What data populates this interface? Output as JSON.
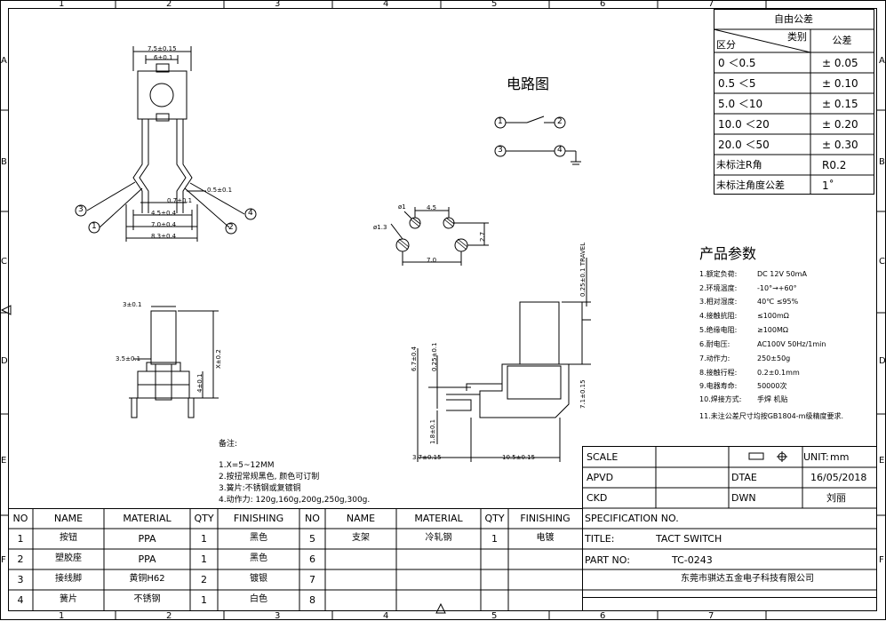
{
  "grid": {
    "columns": [
      "1",
      "2",
      "3",
      "4",
      "5",
      "6",
      "7"
    ],
    "rows": [
      "A",
      "B",
      "C",
      "D",
      "E",
      "F"
    ]
  },
  "tolerance_table": {
    "title": "自由公差",
    "header_category": "类别",
    "header_section": "区分",
    "header_tolerance": "公差",
    "rows": [
      {
        "range": "0   ＜0.5",
        "tolerance": "± 0.05"
      },
      {
        "range": "0.5   ＜5",
        "tolerance": "± 0.10"
      },
      {
        "range": "5.0   ＜10",
        "tolerance": "± 0.15"
      },
      {
        "range": "10.0  ＜20",
        "tolerance": "± 0.20"
      },
      {
        "range": "20.0  ＜50",
        "tolerance": "± 0.30"
      },
      {
        "range": "未标注R角",
        "tolerance": "R0.2"
      },
      {
        "range": "未标注角度公差",
        "tolerance": "1˚"
      }
    ]
  },
  "circuit": {
    "title": "电路图",
    "pins": [
      "1",
      "2",
      "3",
      "4"
    ]
  },
  "front_view": {
    "dims": [
      "7.5±0.15",
      "6±0.1",
      "0.7±0.1",
      "4.5±0.4",
      "7.0±0.4",
      "8.3±0.4",
      "0.5±0.1"
    ],
    "pins": [
      "3",
      "1",
      "2",
      "4"
    ]
  },
  "pcb_layout": {
    "dims": [
      "4.5",
      "2.7",
      "7.0"
    ],
    "holes": [
      "ø1",
      "ø1.3"
    ]
  },
  "side_view": {
    "dims": [
      "3±0.1",
      "3.5±0.1",
      "X±0.2",
      "4±0.1"
    ]
  },
  "right_view": {
    "dims": [
      "0.25±0.1 TRAVEL",
      "6.7±0.4",
      "0.25±0.1",
      "7.1±0.15",
      "1.8±0.1",
      "3.7±0.15",
      "10.5±0.15"
    ]
  },
  "product_params": {
    "title": "产品参数",
    "items": [
      {
        "label": "1.额定负荷:",
        "value": "DC 12V 50mA"
      },
      {
        "label": "2.环境温度:",
        "value": "-10°→+60°"
      },
      {
        "label": "3.相对湿度:",
        "value": "40℃ ≤95%"
      },
      {
        "label": "4.接触抗阻:",
        "value": "≤100mΩ"
      },
      {
        "label": "5.绝缘电阻:",
        "value": "≥100MΩ"
      },
      {
        "label": "6.耐电压:",
        "value": "AC100V 50Hz/1min"
      },
      {
        "label": "7.动作力:",
        "value": "250±50g"
      },
      {
        "label": "8.接触行程:",
        "value": "0.2±0.1mm"
      },
      {
        "label": "9.电器寿命:",
        "value": "50000次"
      },
      {
        "label": "10.焊接方式:",
        "value": "手焊 机贴"
      },
      {
        "label": "11.未注公差尺寸均按GB1804-m级精度要求.",
        "value": ""
      }
    ]
  },
  "notes": {
    "title": "备注:",
    "lines": [
      "1.X=5~12MM",
      "2.按扭常规黑色, 颜色可订制",
      "3.簧片:不锈钢或复镀铜",
      "4.动作力: 120g,160g,200g,250g,300g."
    ]
  },
  "title_block": {
    "scale_label": "SCALE",
    "unit_label": "UNIT:",
    "unit_value": "mm",
    "apvd_label": "APVD",
    "date_label": "DTAE",
    "date_value": "16/05/2018",
    "ckd_label": "CKD",
    "dwn_label": "DWN",
    "dwn_value": "刘丽",
    "spec_label": "SPECIFICATION NO.",
    "title_label": "TITLE:",
    "title_value": "TACT SWITCH",
    "part_label": "PART NO:",
    "part_value": "TC-0243",
    "company": "东莞市骐达五金电子科技有限公司"
  },
  "bom": {
    "headers": [
      "NO",
      "NAME",
      "MATERIAL",
      "QTY",
      "FINISHING",
      "NO",
      "NAME",
      "MATERIAL",
      "QTY",
      "FINISHING"
    ],
    "rows": [
      [
        "1",
        "按钮",
        "PPA",
        "1",
        "黑色",
        "5",
        "支架",
        "冷轧钢",
        "1",
        "电镀"
      ],
      [
        "2",
        "塑胶座",
        "PPA",
        "1",
        "黑色",
        "6",
        "",
        "",
        "",
        ""
      ],
      [
        "3",
        "接线脚",
        "黄铜H62",
        "2",
        "镀银",
        "7",
        "",
        "",
        "",
        ""
      ],
      [
        "4",
        "簧片",
        "不锈钢",
        "1",
        "白色",
        "8",
        "",
        "",
        "",
        ""
      ]
    ]
  }
}
